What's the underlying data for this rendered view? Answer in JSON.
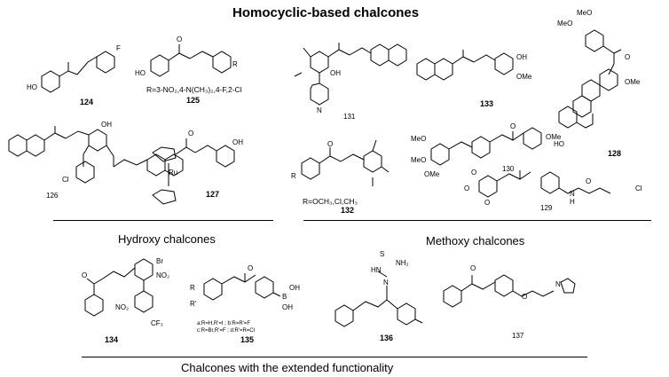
{
  "title": "Homocyclic-based chalcones",
  "sections": {
    "hydroxy": "Hydroxy chalcones",
    "methoxy": "Methoxy chalcones",
    "extended": "Chalcones with the extended functionality"
  },
  "compounds": {
    "c124": {
      "number": "124",
      "atoms": {
        "ho": "HO",
        "f": "F"
      }
    },
    "c125": {
      "number": "125",
      "atoms": {
        "ho": "HO",
        "o": "O",
        "r": "R"
      },
      "substituents": "R=3-NO₂,4-N(CH₃)₂,4-F,2-Cl"
    },
    "c126": {
      "number": "126",
      "atoms": {
        "oh": "OH",
        "cl": "Cl"
      }
    },
    "c127": {
      "number": "127",
      "atoms": {
        "ru": "Ru",
        "oh": "OH",
        "o": "O"
      }
    },
    "c131": {
      "number": "131",
      "atoms": {
        "oh": "OH",
        "n": "N"
      }
    },
    "c133": {
      "number": "133",
      "atoms": {
        "oh": "OH",
        "ome": "OMe"
      }
    },
    "c128": {
      "number": "128",
      "atoms": {
        "meo1": "MeO",
        "meo2": "MeO",
        "ome": "OMe",
        "ho": "HO",
        "o": "O"
      }
    },
    "c132": {
      "number": "132",
      "atoms": {
        "r": "R",
        "o": "O"
      },
      "substituents": "R=OCH₃,Cl,CH₃"
    },
    "c130": {
      "number": "130",
      "atoms": {
        "meo1": "MeO",
        "meo2": "MeO",
        "ome1": "OMe",
        "ome2": "OMe",
        "o": "O"
      }
    },
    "c129": {
      "number": "129",
      "atoms": {
        "o1": "O",
        "o2": "O",
        "o3": "O",
        "o4": "O",
        "cl": "Cl",
        "n": "N",
        "h": "H"
      }
    },
    "c134": {
      "number": "134",
      "atoms": {
        "br": "Br",
        "o": "O",
        "no2a": "NO₂",
        "no2b": "NO₂",
        "cf3": "CF₃"
      }
    },
    "c135": {
      "number": "135",
      "atoms": {
        "r": "R",
        "r1": "R'",
        "o": "O",
        "b": "B",
        "oh1": "OH",
        "oh2": "OH"
      },
      "substituents_line1": "a:R=H,R'=I ; b:R=R'=F",
      "substituents_line2": "c:R=Br,R'=F ; d:R'=R=Cl"
    },
    "c136": {
      "number": "136",
      "atoms": {
        "s": "S",
        "nh2": "NH₂",
        "hn": "HN",
        "n": "N"
      }
    },
    "c137": {
      "number": "137",
      "atoms": {
        "o1": "O",
        "o2": "O",
        "n": "N"
      }
    }
  }
}
